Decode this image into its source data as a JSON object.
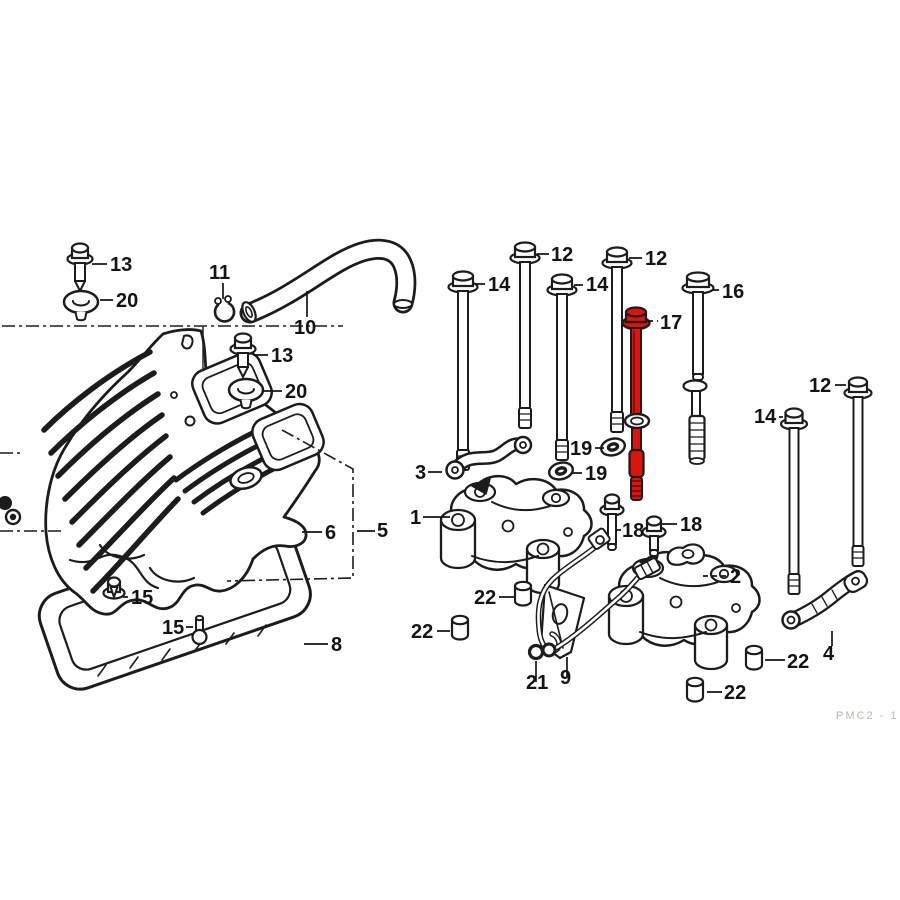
{
  "diagram": {
    "type": "exploded-parts-diagram",
    "subject": "Cylinder head cover assembly",
    "highlighted_part_number": "17",
    "highlight_color": "#da140e",
    "line_color": "#1c1c1c",
    "background_color": "#ffffff",
    "watermark": "PMC2 - 1"
  },
  "part_labels": {
    "l13a": "13",
    "l20a": "20",
    "l11": "11",
    "l10": "10",
    "l13b": "13",
    "l20b": "20",
    "l6": "6",
    "l5": "5",
    "l15a": "15",
    "l15b": "15",
    "l8": "8",
    "l14a": "14",
    "l12a": "12",
    "l14b": "14",
    "l12b": "12",
    "l17": "17",
    "l16": "16",
    "l19a": "19",
    "l19b": "19",
    "l3": "3",
    "l1": "1",
    "l18a": "18",
    "l18b": "18",
    "l22a": "22",
    "l22b": "22",
    "l21": "21",
    "l9": "9",
    "l2": "2",
    "l22c": "22",
    "l22d": "22",
    "l4": "4",
    "l12r": "12",
    "l14r": "14"
  },
  "parts_visible": [
    "1",
    "2",
    "3",
    "4",
    "5",
    "6",
    "8",
    "9",
    "10",
    "11",
    "12",
    "13",
    "14",
    "15",
    "16",
    "17",
    "18",
    "19",
    "20",
    "21",
    "22"
  ]
}
